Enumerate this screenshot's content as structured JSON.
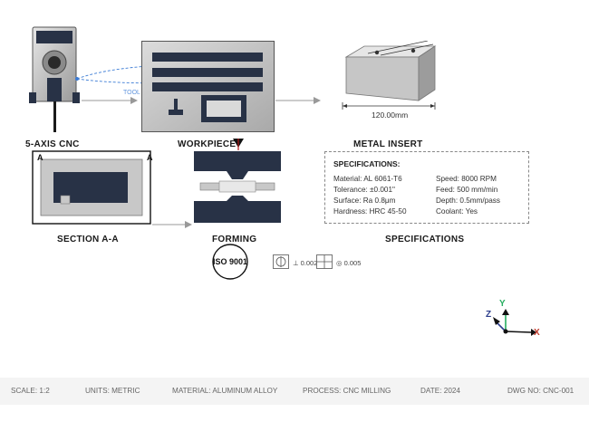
{
  "labels": {
    "cnc": "5-AXIS CNC",
    "workpiece": "WORKPIECE",
    "insert": "METAL INSERT",
    "section": "SECTION A-A",
    "forming": "FORMING",
    "specifications": "SPECIFICATIONS",
    "tool_path": "TOOL PATH",
    "dimension": "120.00mm",
    "section_marker_left": "A",
    "section_marker_right": "A",
    "iso": "ISO 9001"
  },
  "specs": {
    "title": "SPECIFICATIONS:",
    "material": "Material: AL 6061-T6",
    "tolerance": "Tolerance: ±0.001\"",
    "surface": "Surface: Ra 0.8μm",
    "hardness": "Hardness: HRC 45-50",
    "speed": "Speed: 8000 RPM",
    "feed": "Feed: 500 mm/min",
    "depth": "Depth: 0.5mm/pass",
    "coolant": "Coolant: Yes"
  },
  "tolerances": {
    "perp": "⊥ 0.002",
    "circ": "◎ 0.005"
  },
  "axes": {
    "x": "X",
    "y": "Y",
    "z": "Z"
  },
  "footer": {
    "scale": "SCALE: 1:2",
    "units": "UNITS: METRIC",
    "material": "MATERIAL: ALUMINUM ALLOY",
    "process": "PROCESS: CNC MILLING",
    "date": "DATE: 2024",
    "dwg": "DWG NO: CNC-001"
  },
  "colors": {
    "dark_navy": "#283246",
    "accent_blue": "#3a7bd5",
    "marker_red": "#b01818",
    "axis_x": "#c0392b",
    "axis_y": "#27ae60",
    "axis_z": "#2c3e8c"
  }
}
